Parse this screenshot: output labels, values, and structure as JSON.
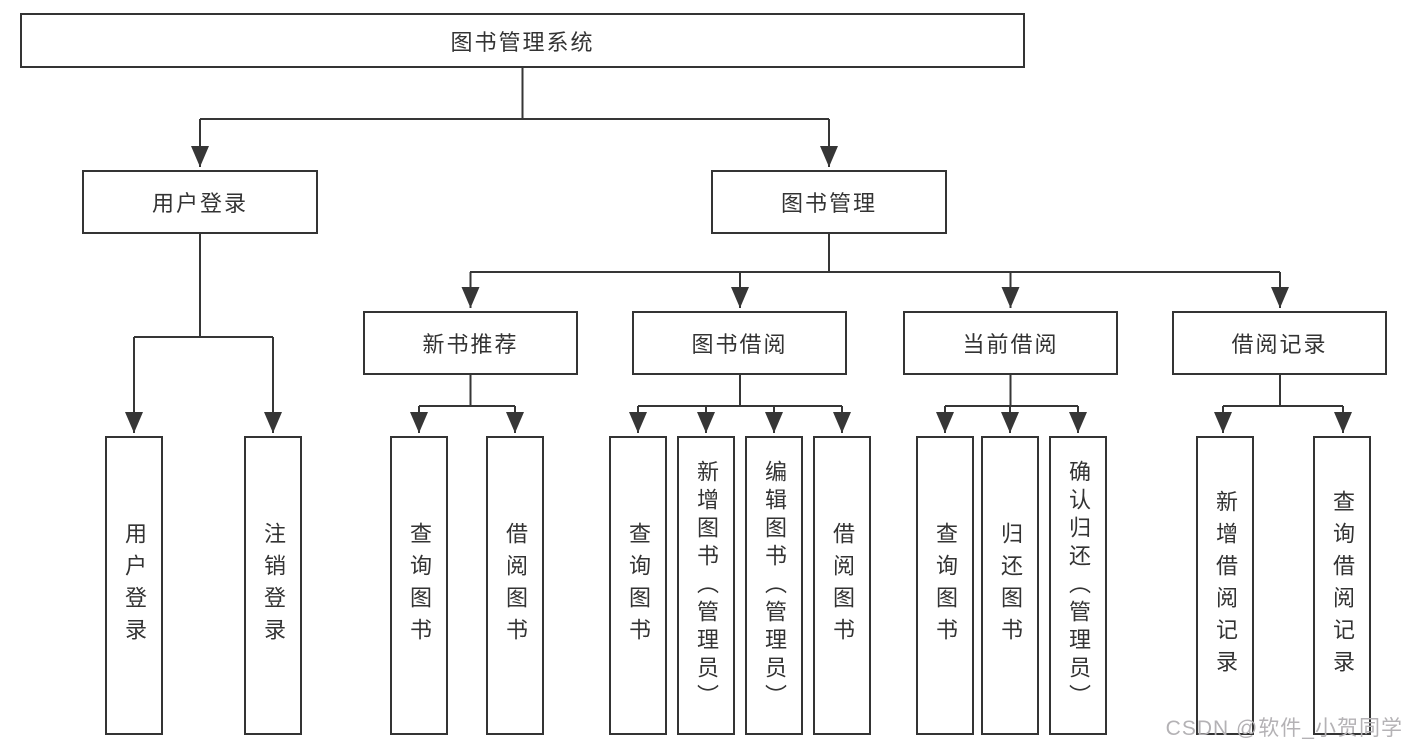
{
  "diagram_type": "hierarchy-tree",
  "tree": {
    "label": "图书管理系统",
    "children": [
      {
        "label": "用户登录",
        "children": [
          {
            "label": "用户登录"
          },
          {
            "label": "注销登录"
          }
        ]
      },
      {
        "label": "图书管理",
        "children": [
          {
            "label": "新书推荐",
            "children": [
              {
                "label": "查询图书"
              },
              {
                "label": "借阅图书"
              }
            ]
          },
          {
            "label": "图书借阅",
            "children": [
              {
                "label": "查询图书"
              },
              {
                "label": "新增图书（管理员）"
              },
              {
                "label": "编辑图书（管理员）"
              },
              {
                "label": "借阅图书"
              }
            ]
          },
          {
            "label": "当前借阅",
            "children": [
              {
                "label": "查询图书"
              },
              {
                "label": "归还图书"
              },
              {
                "label": "确认归还（管理员）"
              }
            ]
          },
          {
            "label": "借阅记录",
            "children": [
              {
                "label": "新增借阅记录"
              },
              {
                "label": "查询借阅记录"
              }
            ]
          }
        ]
      }
    ]
  },
  "watermark": {
    "text": "CSDN @软件_小贺同学"
  },
  "colors": {
    "background": "#ffffff",
    "line": "#363636",
    "border": "#343434",
    "text": "#333333",
    "watermark": "#b4b2b5"
  }
}
